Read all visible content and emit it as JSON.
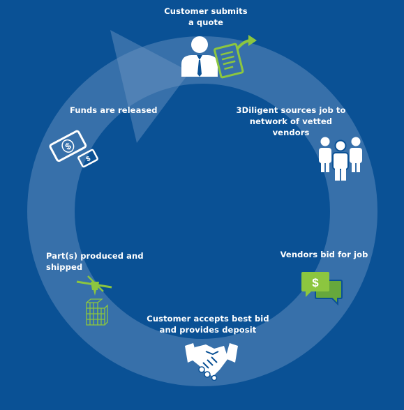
{
  "steps": {
    "submit_quote": {
      "line1": "Customer submits",
      "line2": "a quote"
    },
    "sources_job": {
      "line1": "3Diligent sources job to",
      "line2": "network of vetted vendors"
    },
    "vendors_bid": {
      "line1": "Vendors bid for job"
    },
    "accept_bid": {
      "line1": "Customer accepts best bid",
      "line2": "and provides deposit"
    },
    "produced": {
      "line1": "Part(s) produced and",
      "line2": "shipped"
    },
    "funds": {
      "line1": "Funds are released"
    }
  },
  "icons": {
    "submit_quote": "person-with-document-icon",
    "sources_job": "group-of-people-icon",
    "vendors_bid": "dollar-chat-bubbles-icon",
    "accept_bid": "handshake-icon",
    "produced": "3d-printer-icon",
    "funds": "dollar-bills-icon"
  },
  "colors": {
    "background": "#0a5195",
    "ring": "#6f97c3",
    "icon_white": "#ffffff",
    "icon_green": "#8cc63f",
    "dollar_bubble_green": "#66a83c"
  }
}
